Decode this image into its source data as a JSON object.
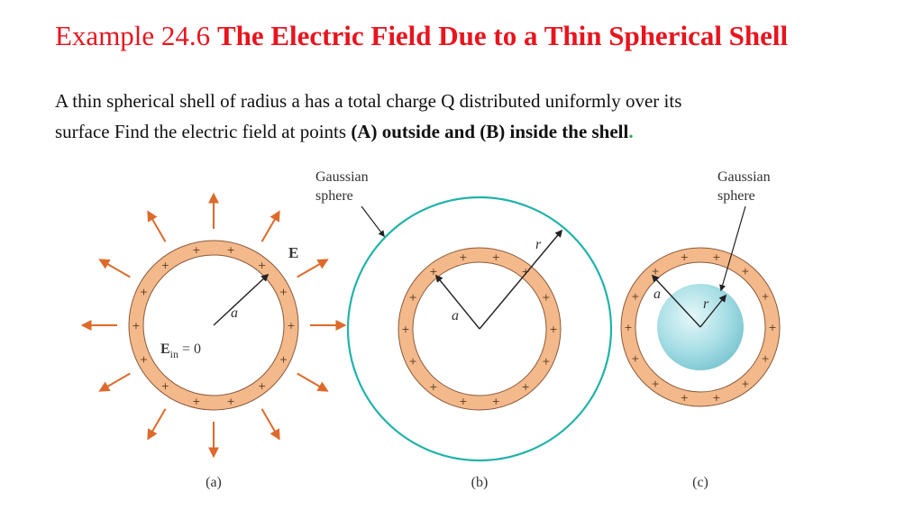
{
  "slide": {
    "title_prefix": "Example 24.6 ",
    "title_bold": "The Electric Field Due to a Thin Spherical Shell",
    "problem_line1": "A thin spherical shell of radius a has a total charge Q distributed uniformly over its",
    "problem_line2_plain": "surface Find the electric field at points ",
    "problem_line2_bold": "(A) outside and  (B) inside the shell",
    "problem_line2_end": "."
  },
  "figure": {
    "colors": {
      "shell": "#f4b98a",
      "shell_edge": "#8a5a3c",
      "arrow": "#dd6a2a",
      "gaussian": "#1fb3a8",
      "sphere_fill": "#a9dfe6"
    },
    "panel_a": {
      "caption": "(a)",
      "field_label": "E",
      "radius_label": "a",
      "ein_label_main": "E",
      "ein_label_sub": "in",
      "ein_label_rest": " = 0"
    },
    "panel_b": {
      "caption": "(b)",
      "gaussian_label_1": "Gaussian",
      "gaussian_label_2": "sphere",
      "r_label": "r",
      "a_label": "a"
    },
    "panel_c": {
      "caption": "(c)",
      "gaussian_label_1": "Gaussian",
      "gaussian_label_2": "sphere",
      "r_label": "r",
      "a_label": "a"
    },
    "charge_symbol": "+"
  }
}
